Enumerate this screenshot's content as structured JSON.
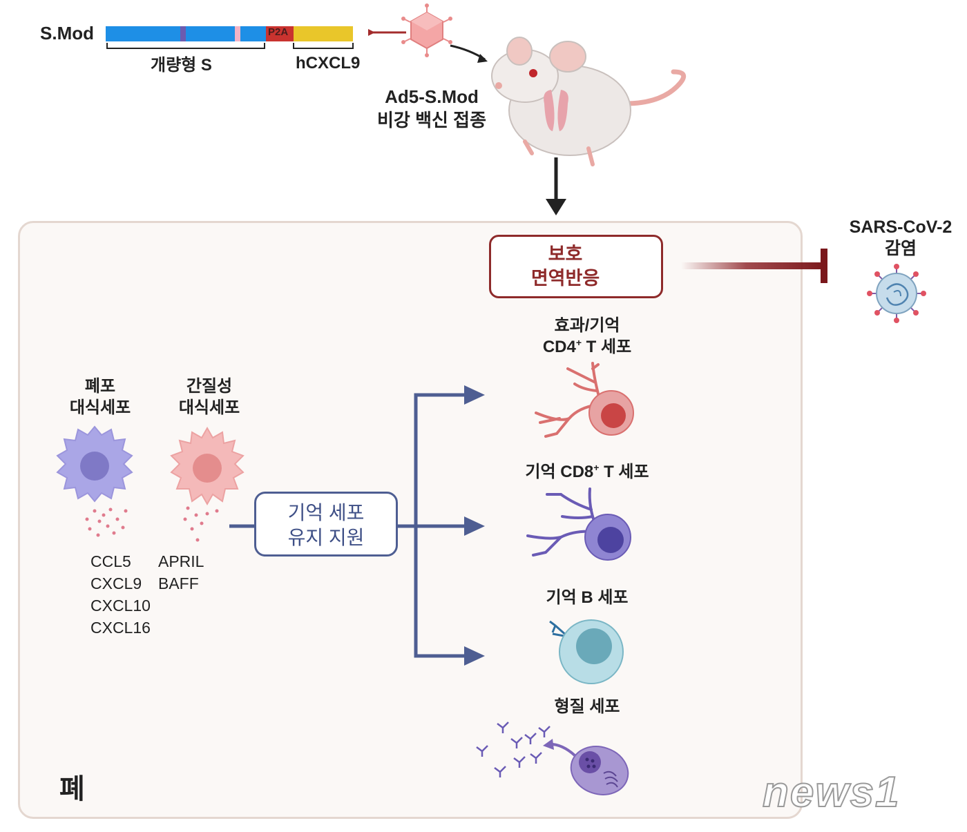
{
  "construct": {
    "gene_label": "S.Mod",
    "segment_label": "P2A",
    "spike_label": "개량형 S",
    "chemokine_label": "hCXCL9"
  },
  "vaccination": {
    "vector_name": "Ad5-S.Mod",
    "route": "비강 백신 접종"
  },
  "protection": {
    "line1": "보호",
    "line2": "면역반응"
  },
  "infection": {
    "line1": "SARS-CoV-2",
    "line2": "감염"
  },
  "support": {
    "line1": "기억 세포",
    "line2": "유지 지원"
  },
  "macrophages": {
    "alveolar": {
      "line1": "폐포",
      "line2": "대식세포",
      "factors": [
        "CCL5",
        "CXCL9",
        "CXCL10",
        "CXCL16"
      ]
    },
    "interstitial": {
      "line1": "간질성",
      "line2": "대식세포",
      "factors": [
        "APRIL",
        "BAFF"
      ]
    }
  },
  "target_cells": {
    "cd4": {
      "line1": "효과/기억",
      "line2_prefix": "CD4",
      "superscript": "+",
      "line2_suffix": " T 세포"
    },
    "cd8": {
      "prefix": "기억 CD8",
      "superscript": "+",
      "suffix": " T 세포"
    },
    "b_cell": {
      "label": "기억 B 세포"
    },
    "plasma": {
      "label": "형질 세포"
    }
  },
  "lung_label": "폐",
  "watermark": "news1",
  "colors": {
    "spike_blue": "#1e8fe6",
    "chemokine_yellow": "#e9c62a",
    "p2a_red": "#c9332f",
    "protect_red": "#8e2a2a",
    "support_blue": "#4e5e92",
    "alveolar_purple": "#aaa6e6",
    "interstitial_pink": "#f4b9b9",
    "cd4_red": "#d9706f",
    "cd8_purple": "#6a5bb5",
    "b_cell_teal": "#8fcbd7",
    "plasma_violet": "#9479c2"
  }
}
